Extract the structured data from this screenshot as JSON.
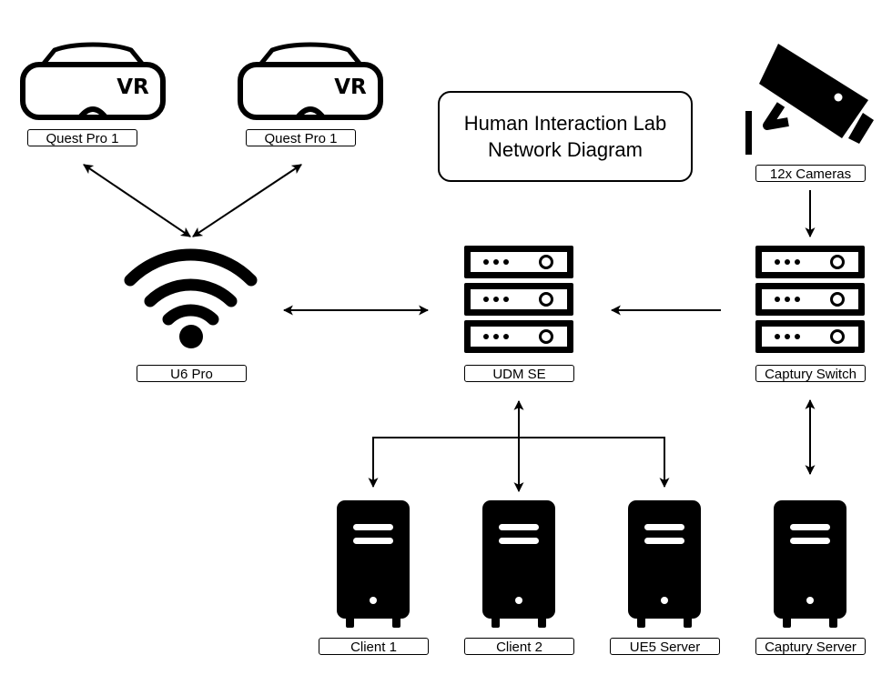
{
  "title": {
    "line1": "Human Interaction Lab",
    "line2": "Network Diagram"
  },
  "nodes": {
    "quest_a": "Quest Pro 1",
    "quest_b": "Quest Pro 1",
    "cameras": "12x Cameras",
    "u6pro": "U6 Pro",
    "udmse": "UDM SE",
    "captury_switch": "Captury Switch",
    "client1": "Client 1",
    "client2": "Client 2",
    "ue5": "UE5 Server",
    "captury_server": "Captury Server"
  },
  "icons": {
    "headset_text": "VR",
    "headset_a": "vr-headset-icon",
    "headset_b": "vr-headset-icon",
    "camera": "security-camera-icon",
    "wifi": "wifi-access-point-icon",
    "router": "server-rack-icon",
    "switch": "server-rack-icon",
    "tower": "server-tower-icon"
  },
  "colors": {
    "stroke": "#000000",
    "background": "#ffffff"
  }
}
